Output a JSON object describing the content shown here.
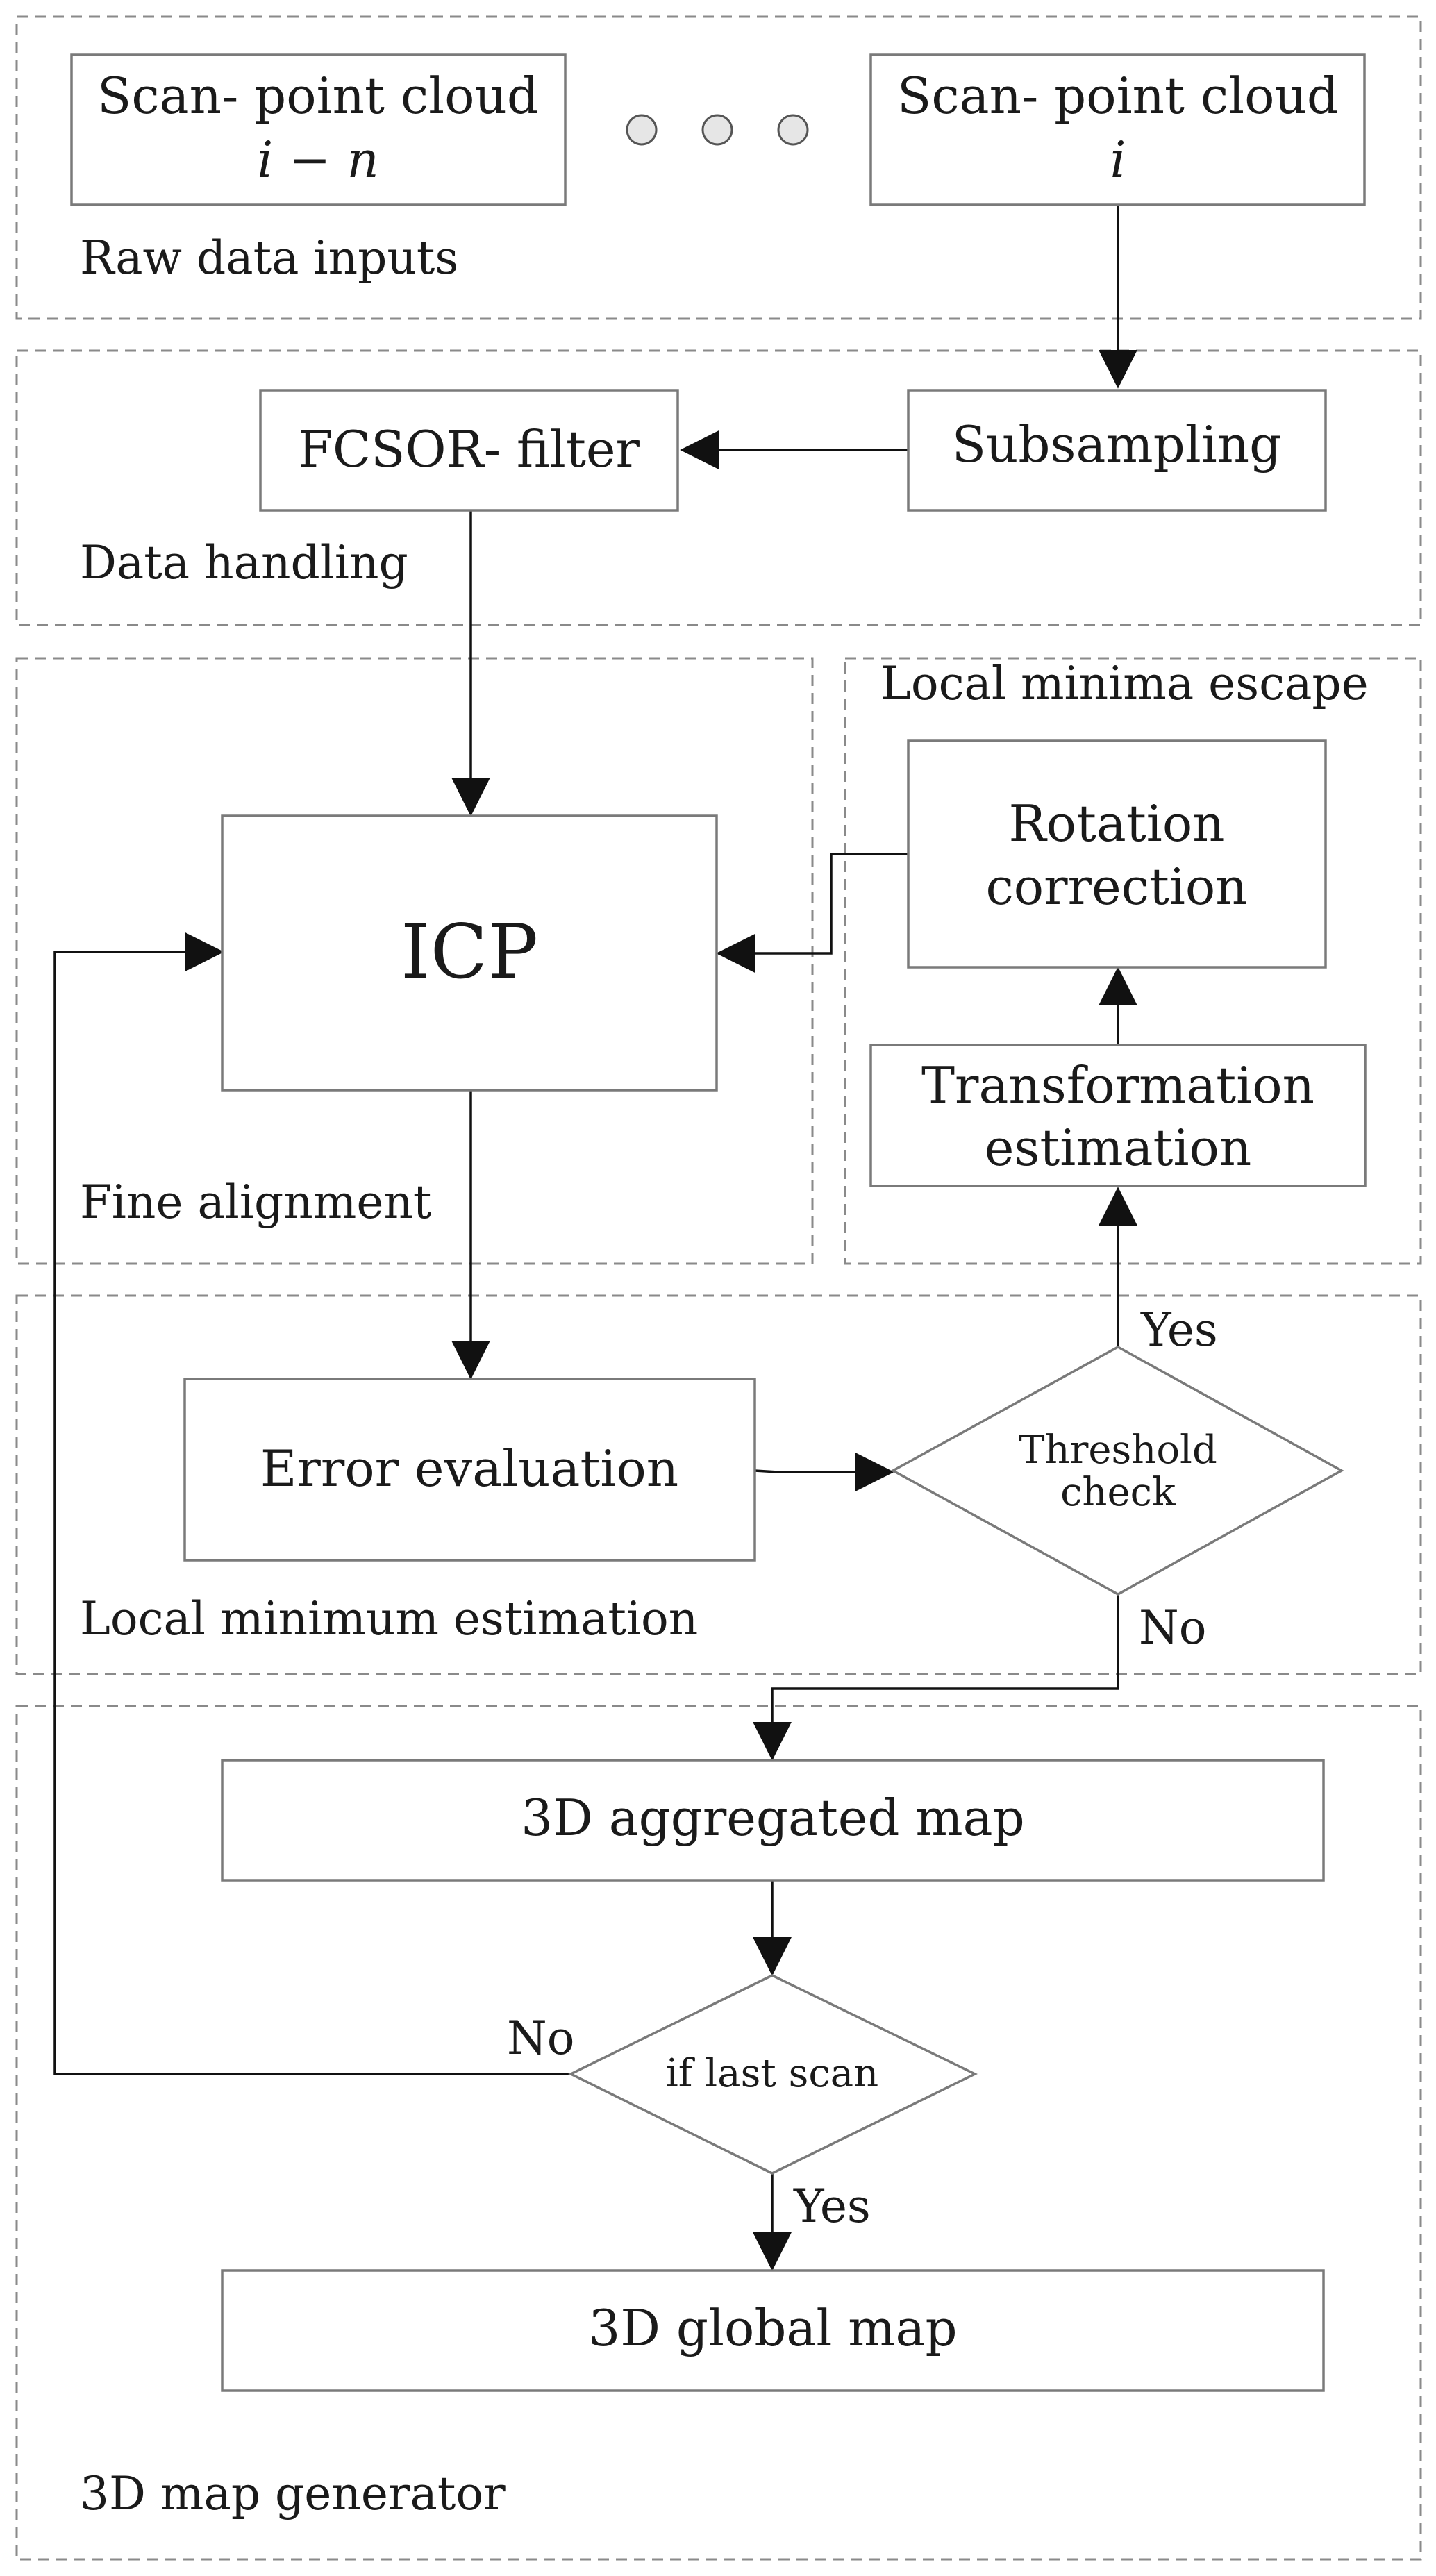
{
  "groups": {
    "raw": "Raw data inputs",
    "handling": "Data handling",
    "fine": "Fine alignment",
    "escape": "Local minima escape",
    "localmin": "Local minimum estimation",
    "mapgen": "3D map generator"
  },
  "nodes": {
    "scan_a_line1": "Scan- point cloud",
    "scan_a_line2": "i − n",
    "scan_b_line1": "Scan- point cloud",
    "scan_b_line2": "i",
    "fcsor": "FCSOR- filter",
    "subsampling": "Subsampling",
    "icp": "ICP",
    "rotation_line1": "Rotation",
    "rotation_line2": "correction",
    "transformation_line1": "Transformation",
    "transformation_line2": "estimation",
    "error_eval": "Error evaluation",
    "threshold_line1": "Threshold",
    "threshold_line2": "check",
    "aggregated": "3D aggregated map",
    "last_scan": "if last scan",
    "global": "3D global map"
  },
  "edge_labels": {
    "threshold_yes": "Yes",
    "threshold_no": "No",
    "lastscan_no": "No",
    "lastscan_yes": "Yes"
  }
}
